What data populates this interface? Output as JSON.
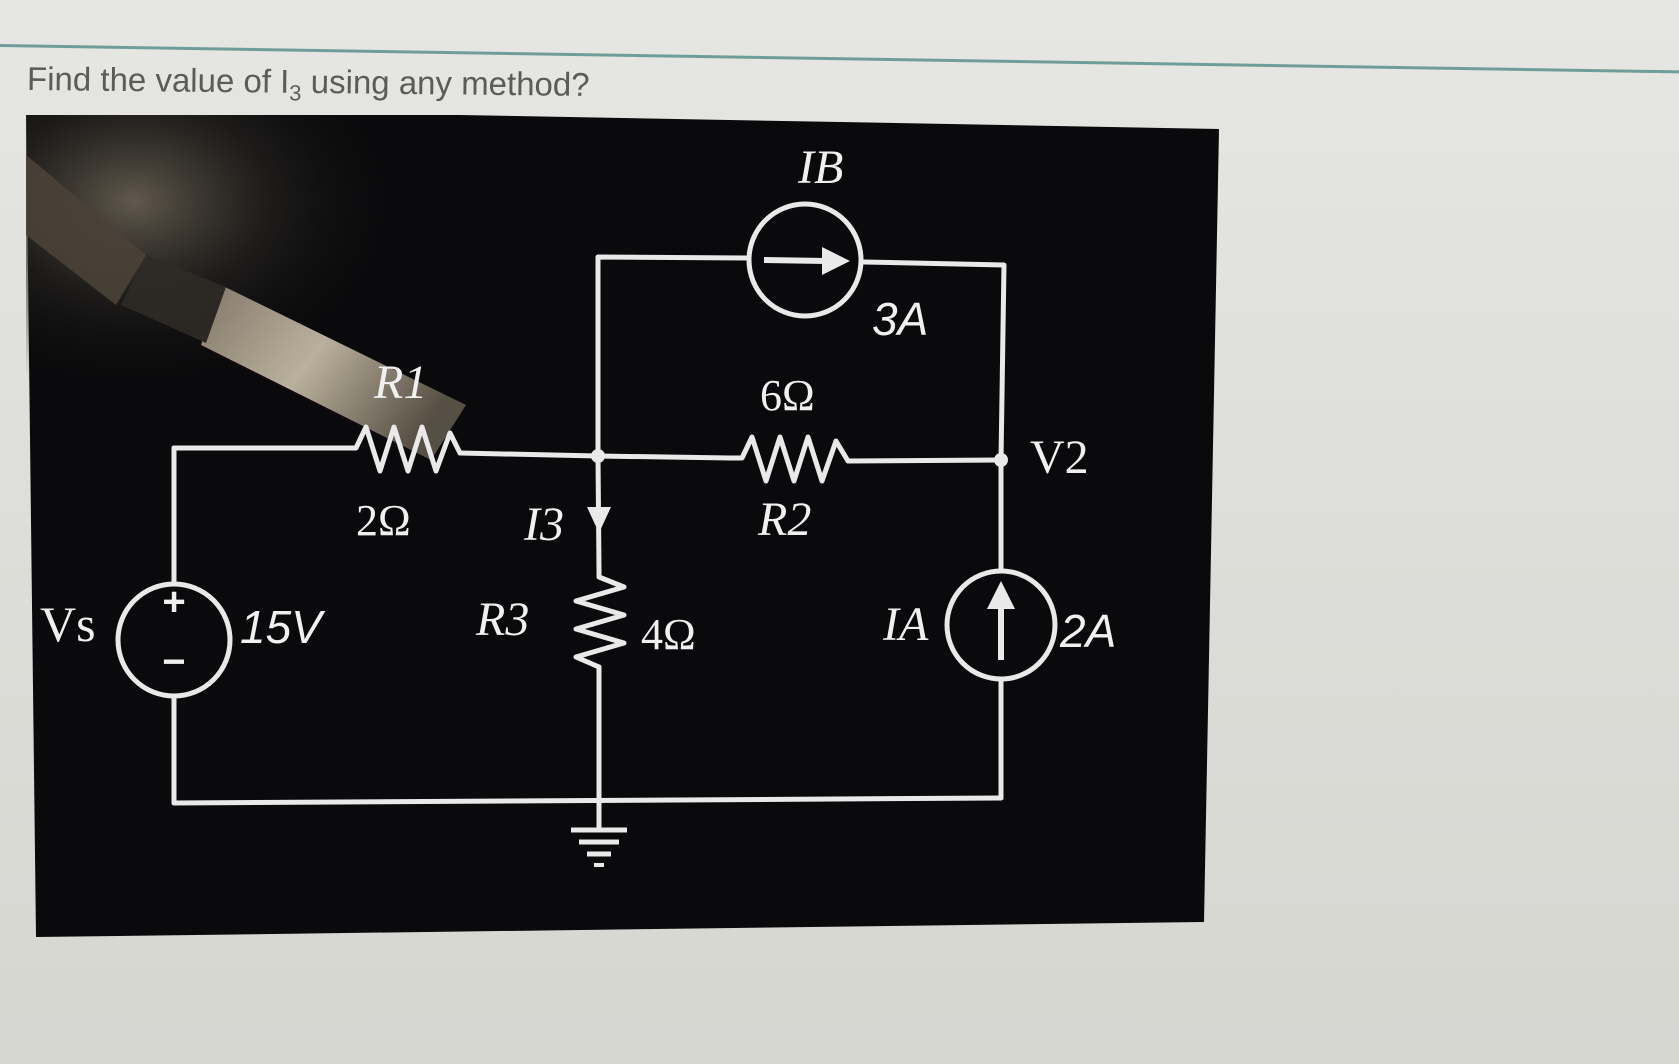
{
  "question": {
    "prefix": "Find the value of I",
    "subscript": "3",
    "suffix": " using any method?"
  },
  "circuit": {
    "source_vs": {
      "name": "Vs",
      "value": "15V",
      "plus": "+",
      "minus": "−"
    },
    "r1": {
      "name": "R1",
      "value": "2Ω"
    },
    "r2": {
      "name": "R2",
      "value": "6Ω"
    },
    "r3": {
      "name": "R3",
      "value": "4Ω"
    },
    "current_i3": {
      "name": "I3"
    },
    "source_ib": {
      "name": "IB",
      "value": "3A"
    },
    "source_ia": {
      "name": "IA",
      "value": "2A"
    },
    "node_v2": {
      "name": "V2"
    }
  },
  "colors": {
    "background": "#dededa",
    "diagram_background": "#0a0a0c",
    "wire": "#e9e9e9",
    "question_text": "#5b5b5b",
    "accent_rule": "#6f9e9a"
  }
}
